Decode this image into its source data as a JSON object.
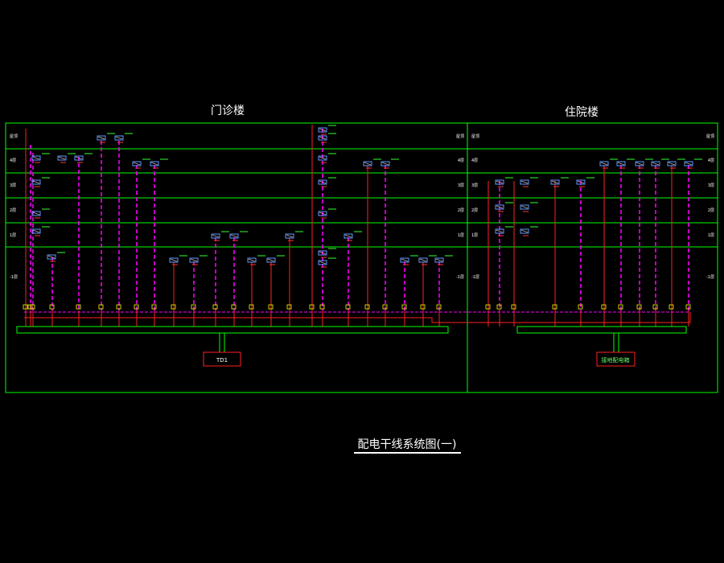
{
  "drawing": {
    "title": "配电干线系统图(一)",
    "buildings": [
      {
        "key": "outpatient",
        "name": "门诊楼",
        "feeder_box": "TD1"
      },
      {
        "key": "inpatient",
        "name": "住院楼",
        "feeder_box": "接地配电箱"
      }
    ],
    "floors": [
      "屋顶",
      "4层",
      "3层",
      "2层",
      "1层",
      "-1层"
    ]
  },
  "colors": {
    "background": "#000000",
    "frame": "#00ff00",
    "feeder_main": "#ff2020",
    "feeder_branch": "#ff00ff",
    "panel": "#6699ff",
    "label_green": "#33ff33",
    "label_red": "#ff3333",
    "text": "#ffffff"
  }
}
